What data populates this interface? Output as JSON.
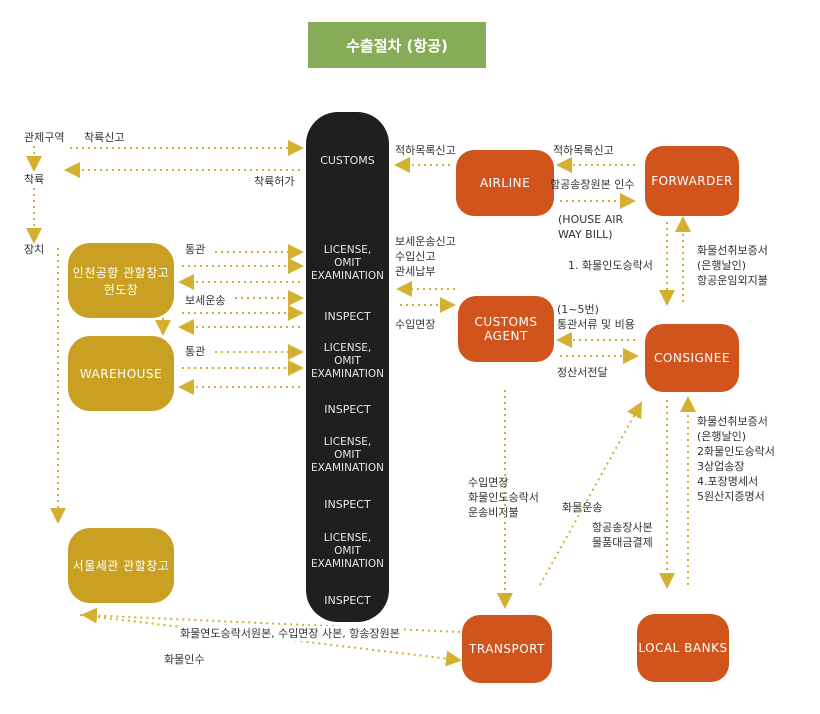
{
  "title": "수출절차 (항공)",
  "colors": {
    "title_bg": "#86ac58",
    "party": "#d2541d",
    "warehouse": "#c9a022",
    "customs": "#1f1f1f",
    "arrow": "#d4b030"
  },
  "nodes": {
    "airline": "AIRLINE",
    "forwarder": "FORWARDER",
    "customs_agent_line1": "CUSTOMS",
    "customs_agent_line2": "AGENT",
    "consignee": "CONSIGNEE",
    "transport": "TRANSPORT",
    "local_banks": "LOCAL BANKS",
    "incheon_line1": "인천공항 관할창고",
    "incheon_line2": "현도장",
    "warehouse": "WAREHOUSE",
    "seoul": "서울세관 관할창고"
  },
  "customs_column": {
    "header": "CUSTOMS",
    "items": [
      [
        "LICENSE,",
        "OMIT",
        "EXAMINATION"
      ],
      [
        "INSPECT"
      ],
      [
        "LICENSE,",
        "OMIT",
        "EXAMINATION"
      ],
      [
        "INSPECT"
      ],
      [
        "LICENSE,",
        "OMIT",
        "EXAMINATION"
      ],
      [
        "INSPECT"
      ],
      [
        "LICENSE,",
        "OMIT",
        "EXAMINATION"
      ],
      [
        "INSPECT"
      ]
    ]
  },
  "labels": {
    "bonded_area": "관제구역",
    "landing_report": "착륙신고",
    "landing": "착륙",
    "landing_permit": "착륙허가",
    "unloading": "장치",
    "clearance1": "통관",
    "bonded_transport": "보세운송",
    "clearance2": "통관",
    "manifest_report_left": "적하목록신고",
    "manifest_report_right": "적하목록신고",
    "awb_receipt": "항공송장원본 인수",
    "house_awb_1": "(HOUSE AIR",
    "house_awb_2": "WAY BILL)",
    "delivery_order_1": "1. 화물인도승락서",
    "agent_decl_1": "보세운송신고",
    "agent_decl_2": "수입신고",
    "agent_decl_3": "관세납부",
    "import_license": "수입면장",
    "docs_1": "(1~5번)",
    "docs_2": "통관서류 및 비용",
    "settlement": "정산서전달",
    "fwd_note_1": "화물선취보증서",
    "fwd_note_2": "(은행날인)",
    "fwd_note_3": "항공운임외지불",
    "bank_note_1": "화물선취보증서",
    "bank_note_2": "(은행날인)",
    "bank_note_3": "2화물인도승락서",
    "bank_note_4": "3상업송장",
    "bank_note_5": "4.포장명세서",
    "bank_note_6": "5원산지증명서",
    "transport_note_1": "수입면장",
    "transport_note_2": "화물인도승락서",
    "transport_note_3": "운송비지불",
    "cargo_transport": "화물운송",
    "bank_pay_1": "항공송장사본",
    "bank_pay_2": "물품대금결제",
    "docs_to_seoul": "화물연도승락서원본, 수입면장 사본, 항송장원본",
    "cargo_receipt": "화물인수"
  }
}
